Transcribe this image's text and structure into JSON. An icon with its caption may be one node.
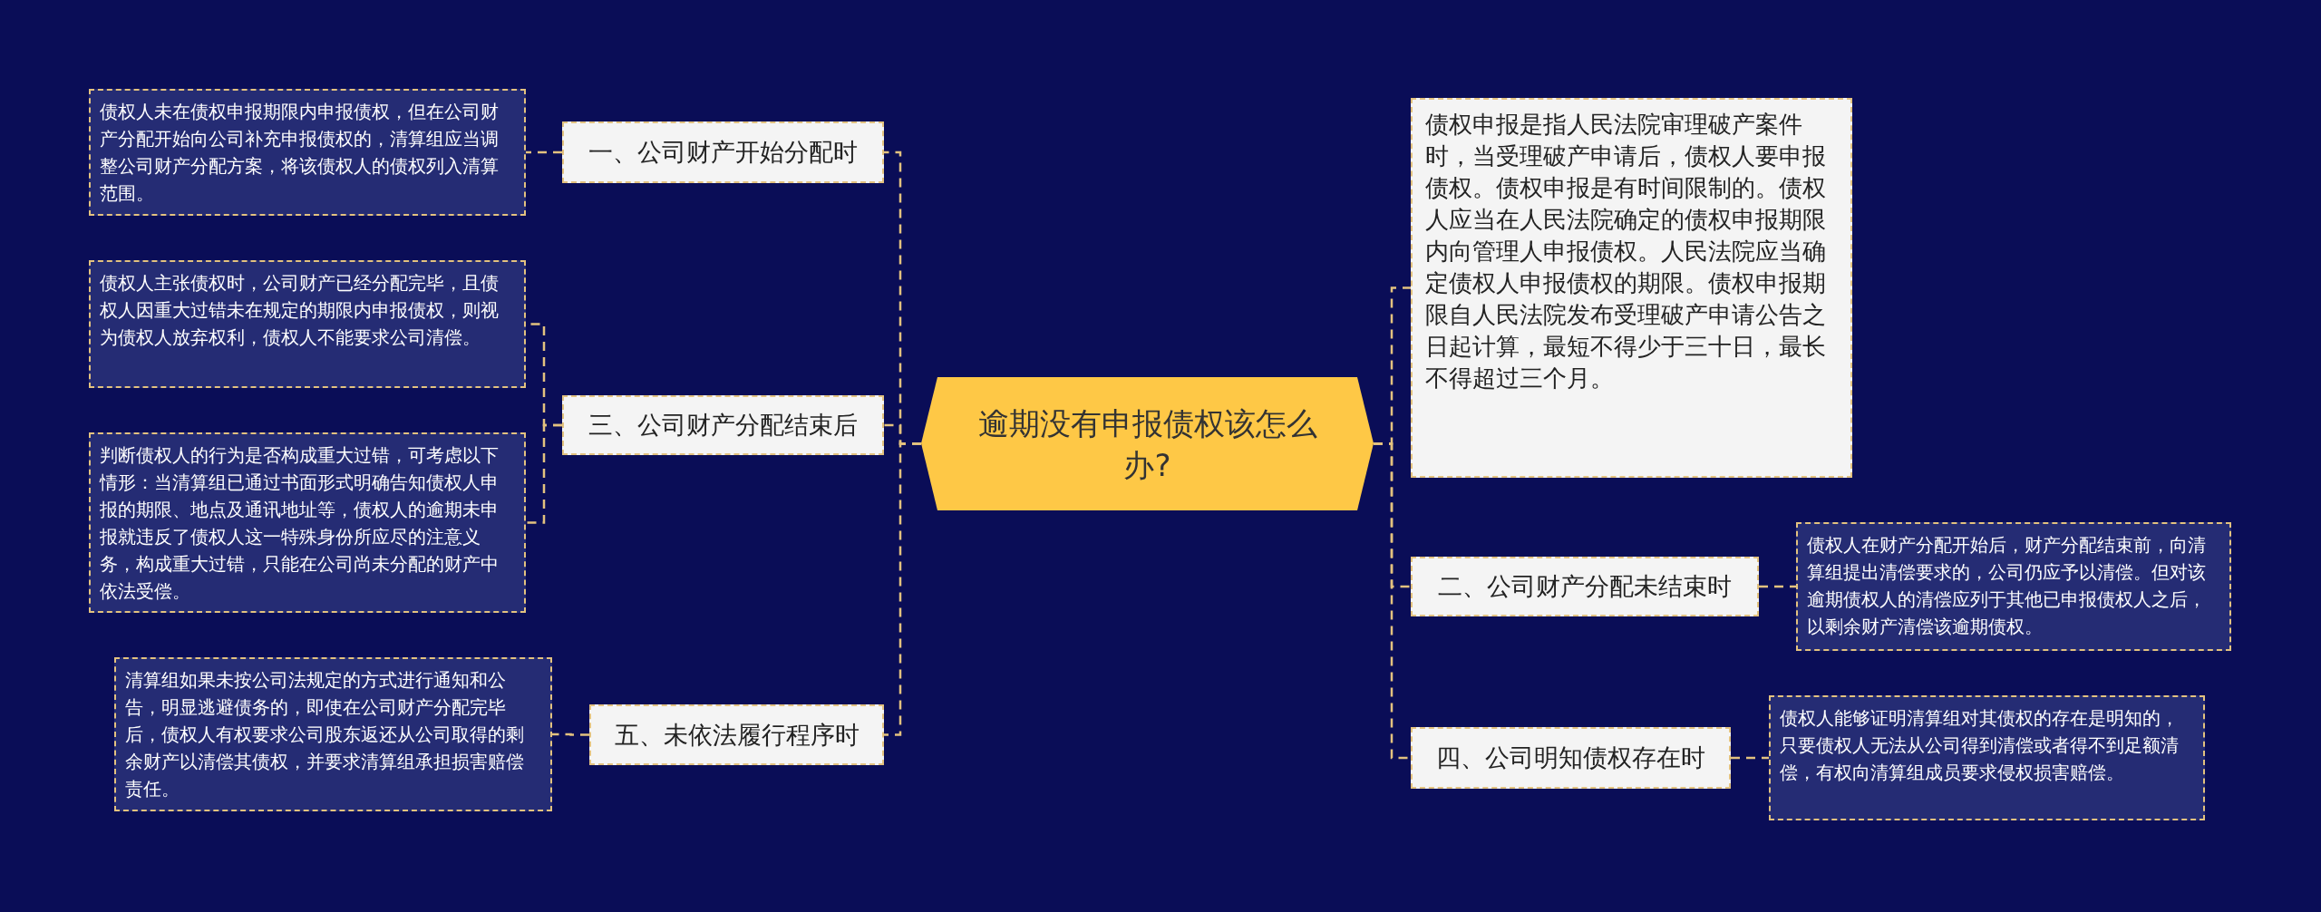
{
  "diagram": {
    "nodes": [
      {
        "text": [
          "逾期没有申报债权该怎么办?"
        ]
      },
      {
        "text": [
          "一、公司财产开始分配时"
        ]
      },
      {
        "text": [
          "债权人未在债权申报期限内申报债权，但在公司财产分配开始向公司补充申报债权的，清算组应当调整公司财产分配方案，将该债权人的债权列入清算范围。"
        ]
      },
      {
        "text": [
          "三、公司财产分配结束后"
        ]
      },
      {
        "text": [
          "债权人主张债权时，公司财产已经分配完毕，且债权人因重大过错未在规定的期限内申报债权，则视为债权人放弃权利，债权人不能要求公司清偿。"
        ]
      },
      {
        "text": [
          "判断债权人的行为是否构成重大过错，可考虑以下情形：当清算组已通过书面形式明确告知债权人申报的期限、地点及通讯地址等，债权人的逾期未申报就违反了债权人这一特殊身份所应尽的注意义务，构成重大过错，只能在公司尚未分配的财产中依法受偿。"
        ]
      },
      {
        "text": [
          "五、未依法履行程序时"
        ]
      },
      {
        "text": [
          "清算组如果未按公司法规定的方式进行通知和公告，明显逃避债务的，即使在公司财产分配完毕后，债权人有权要求公司股东返还从公司取得的剩余财产以清偿其债权，并要求清算组承担损害赔偿责任。"
        ]
      },
      {
        "text": [
          "债权申报是指人民法院审理破产案件时，当受理破产申请后，债权人要申报债权。债权申报是有时间限制的。债权人应当在人民法院确定的债权申报期限内向管理人申报债权。人民法院应当确定债权人申报债权的期限。债权申报期限自人民法院发布受理破产申请公告之日起计算，最短不得少于三十日，最长不得超过三个月。"
        ]
      },
      {
        "text": [
          "二、公司财产分配未结束时"
        ]
      },
      {
        "text": [
          "债权人在财产分配开始后，财产分配结束前，向清算组提出清偿要求的，公司仍应予以清偿。但对该逾期债权人的清偿应列于其他已申报债权人之后，以剩余财产清偿该逾期债权。"
        ]
      },
      {
        "text": [
          "四、公司明知债权存在时"
        ]
      },
      {
        "text": [
          "债权人能够证明清算组对其债权的存在是明知的，只要债权人无法从公司得到清偿或者得不到足额清偿，有权向清算组成员要求侵权损害赔偿。"
        ]
      }
    ],
    "edges": [
      {
        "from": 0,
        "to": 1,
        "arrow": "none"
      },
      {
        "from": 1,
        "to": 2,
        "arrow": "none"
      },
      {
        "from": 0,
        "to": 3,
        "arrow": "none"
      },
      {
        "from": 3,
        "to": 4,
        "arrow": "none"
      },
      {
        "from": 3,
        "to": 5,
        "arrow": "none"
      },
      {
        "from": 0,
        "to": 6,
        "arrow": "none"
      },
      {
        "from": 6,
        "to": 7,
        "arrow": "none"
      },
      {
        "from": 0,
        "to": 8,
        "arrow": "none"
      },
      {
        "from": 0,
        "to": 9,
        "arrow": "none"
      },
      {
        "from": 9,
        "to": 10,
        "arrow": "none"
      },
      {
        "from": 0,
        "to": 11,
        "arrow": "none"
      },
      {
        "from": 11,
        "to": 12,
        "arrow": "none"
      }
    ]
  }
}
